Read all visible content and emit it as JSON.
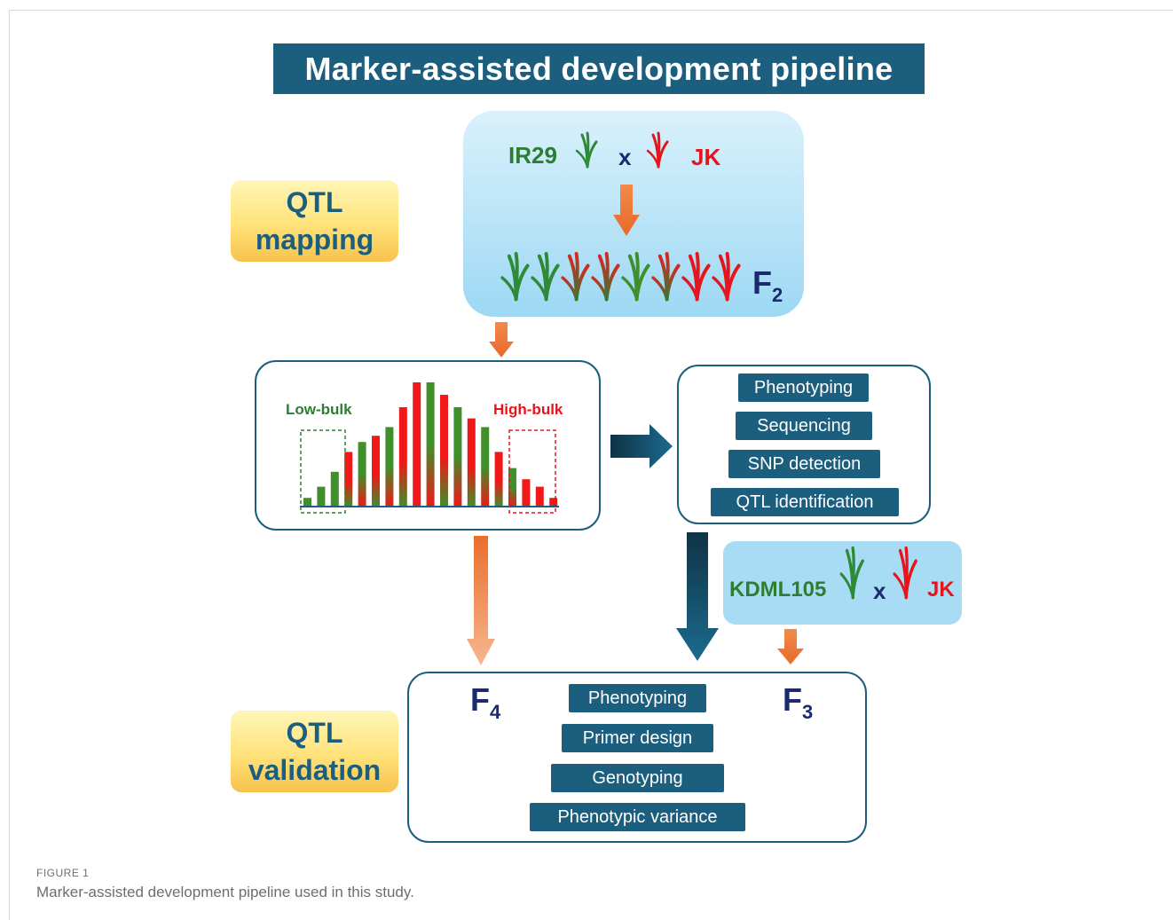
{
  "title": "Marker-assisted development pipeline",
  "stages": {
    "mapping": [
      "QTL",
      "mapping"
    ],
    "validation": [
      "QTL",
      "validation"
    ]
  },
  "cross1": {
    "parent_a": "IR29",
    "symbol": "x",
    "parent_b": "JK",
    "generation": "F",
    "generation_sub": "2"
  },
  "histogram": {
    "low_label": "Low-bulk",
    "high_label": "High-bulk",
    "bar_levels": [
      0.07,
      0.16,
      0.28,
      0.44,
      0.52,
      0.57,
      0.64,
      0.8,
      1.0,
      1.0,
      0.9,
      0.8,
      0.71,
      0.64,
      0.44,
      0.31,
      0.22,
      0.16,
      0.07
    ],
    "bar_colors": [
      "green",
      "green",
      "green",
      "mix-red",
      "mix-green",
      "mix-red",
      "mix-green",
      "mix-red",
      "red",
      "mix-green",
      "mix-red",
      "mix-green",
      "mix-red",
      "mix-green",
      "mix-red",
      "mix-green",
      "red",
      "red",
      "red"
    ]
  },
  "analysis_steps": [
    "Phenotyping",
    "Sequencing",
    "SNP detection",
    "QTL identification"
  ],
  "cross2": {
    "parent_a": "KDML105",
    "symbol": "x",
    "parent_b": "JK"
  },
  "validation": {
    "gen_left": "F",
    "gen_left_sub": "4",
    "gen_right": "F",
    "gen_right_sub": "3",
    "steps": [
      "Phenotyping",
      "Primer design",
      "Genotyping",
      "Phenotypic variance"
    ]
  },
  "caption": {
    "label": "FIGURE 1",
    "text": "Marker-assisted development pipeline used in this study."
  },
  "colors": {
    "teal": "#1c5e7e",
    "green": "#2e7d32",
    "red": "#e8141c",
    "orange": "#ec7a3c",
    "navy": "#1a2a6c"
  }
}
